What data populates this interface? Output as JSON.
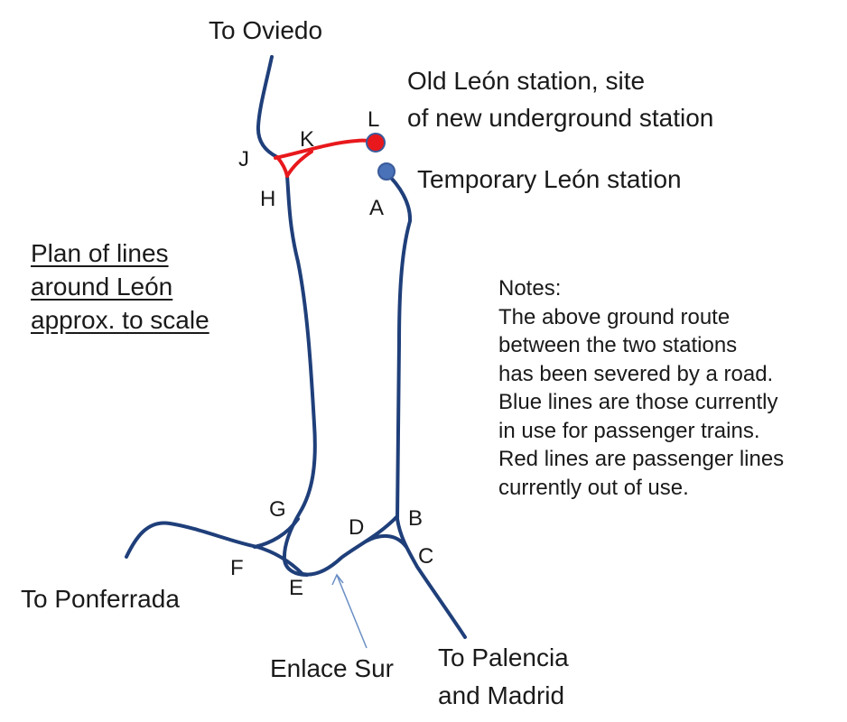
{
  "colors": {
    "in_use_line": "#1f3f7a",
    "out_of_use_line": "#e8181c",
    "old_station": "#e8181c",
    "temporary_station": "#4a72b8",
    "arrow": "#6a8fc4",
    "text": "#1a1a1a"
  },
  "destinations": {
    "oviedo": "To Oviedo",
    "ponferrada": "To Ponferrada",
    "palencia_line1": "To Palencia",
    "palencia_line2": "and Madrid"
  },
  "stations": {
    "old_line1": "Old León station, site",
    "old_line2": "of new underground station",
    "temporary": "Temporary León station"
  },
  "junctions": {
    "A": "A",
    "B": "B",
    "C": "C",
    "D": "D",
    "E": "E",
    "F": "F",
    "G": "G",
    "H": "H",
    "J": "J",
    "K": "K",
    "L": "L"
  },
  "enlace_sur": "Enlace Sur",
  "title": {
    "line1": "Plan of lines",
    "line2": "around León",
    "line3": "approx.  to scale"
  },
  "notes": {
    "heading": "Notes:",
    "lines": [
      "The above ground route",
      "between the two stations",
      "has been severed by a road.",
      "Blue lines are those currently",
      "in use for passenger trains.",
      "Red lines are passenger lines",
      "currently out of use."
    ]
  }
}
